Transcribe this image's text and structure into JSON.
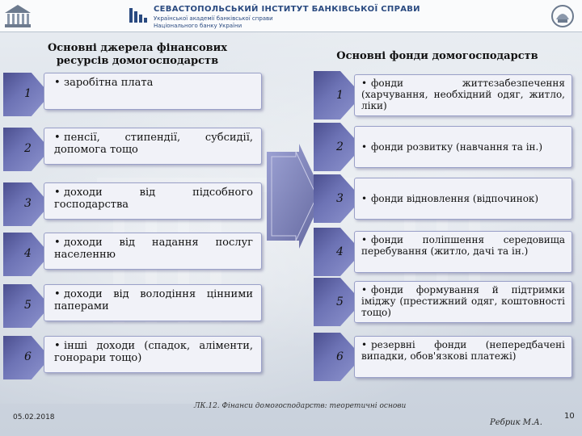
{
  "header": {
    "institute_title": "СЕВАСТОПОЛЬСЬКИЙ ІНСТИТУТ БАНКІВСЬКОЇ СПРАВИ",
    "institute_sub1": "Української академії банківської справи",
    "institute_sub2": "Національного банку України"
  },
  "left": {
    "title_line1": "Основні джерела фінансових",
    "title_line2": "ресурсів домогосподарств",
    "items": [
      {
        "num": "1",
        "text": "заробітна плата"
      },
      {
        "num": "2",
        "text": "пенсії, стипендії, субсидії, допомога тощо"
      },
      {
        "num": "3",
        "text": "доходи від підсобного господарства"
      },
      {
        "num": "4",
        "text": "доходи від надання послуг населенню"
      },
      {
        "num": "5",
        "text": "доходи від володіння цінними паперами"
      },
      {
        "num": "6",
        "text": "інші доходи (спадок, аліменти, гонорари тощо)"
      }
    ]
  },
  "right": {
    "title": "Основні фонди домогосподарств",
    "items": [
      {
        "num": "1",
        "text": "фонди життєзабезпечення (харчування, необхідний одяг, житло, ліки)"
      },
      {
        "num": "2",
        "text": "фонди розвитку (навчання та ін.)"
      },
      {
        "num": "3",
        "text": "фонди відновлення (відпочинок)"
      },
      {
        "num": "4",
        "text": "фонди поліпшення середовища перебування (житло, дачі та ін.)"
      },
      {
        "num": "5",
        "text": "фонди формування й підтримки іміджу (престижний одяг, коштовності тощо)"
      },
      {
        "num": "6",
        "text": "резервні фонди (непередбачені випадки, обов'язкові платежі)"
      }
    ]
  },
  "footer": {
    "date": "05.02.2018",
    "lecture": "ЛК.12. Фінанси домогосподарств: теоретичні основи",
    "author": "Ребрик М.А.",
    "page": "10"
  },
  "colors": {
    "accent": "#6d73b5",
    "box_bg": "#f1f2f8",
    "header_text": "#2a4a80"
  }
}
